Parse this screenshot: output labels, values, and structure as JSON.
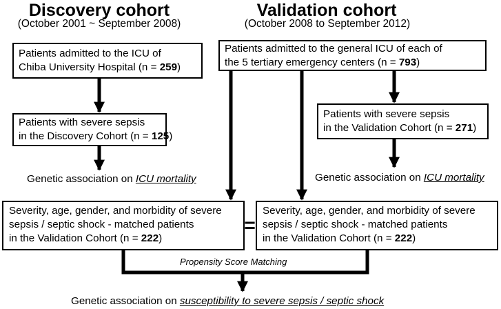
{
  "discovery": {
    "title": "Discovery cohort",
    "period": "(October 2001 ~ September 2008)",
    "box_admitted": {
      "line1": "Patients admitted to the ICU of",
      "line2_prefix": "Chiba University Hospital (n = ",
      "n": "259",
      "line2_suffix": ")"
    },
    "box_sepsis": {
      "line1": "Patients with severe sepsis",
      "line2_prefix": "in the Discovery Cohort (n = ",
      "n": "125",
      "line2_suffix": ")"
    },
    "genetic_prefix": "Genetic association on ",
    "genetic_emph": "ICU mortality",
    "box_matched": {
      "line1": "Severity, age, gender, and morbidity of severe",
      "line2": "sepsis / septic shock - matched patients",
      "line3_prefix": "in the Validation Cohort (n = ",
      "n": "222",
      "line3_suffix": ")"
    }
  },
  "validation": {
    "title": "Validation cohort",
    "period": "(October 2008 to September 2012)",
    "box_admitted": {
      "line1": "Patients admitted to the general ICU of each of",
      "line2_prefix": "the 5 tertiary emergency centers (n = ",
      "n": "793",
      "line2_suffix": ")"
    },
    "box_sepsis": {
      "line1": "Patients with severe sepsis",
      "line2_prefix": "in the Validation Cohort (n = ",
      "n": "271",
      "line2_suffix": ")"
    },
    "genetic_prefix": "Genetic association on ",
    "genetic_emph": "ICU mortality",
    "box_matched": {
      "line1": "Severity, age, gender, and morbidity of severe",
      "line2": "sepsis / septic shock - matched patients",
      "line3_prefix": "in the Validation Cohort (n = ",
      "n": "222",
      "line3_suffix": ")"
    }
  },
  "equals_sign": "=",
  "matching_label": "Propensity Score Matching",
  "final": {
    "prefix": "Genetic association on ",
    "emph": "susceptibility to severe sepsis / septic shock"
  }
}
